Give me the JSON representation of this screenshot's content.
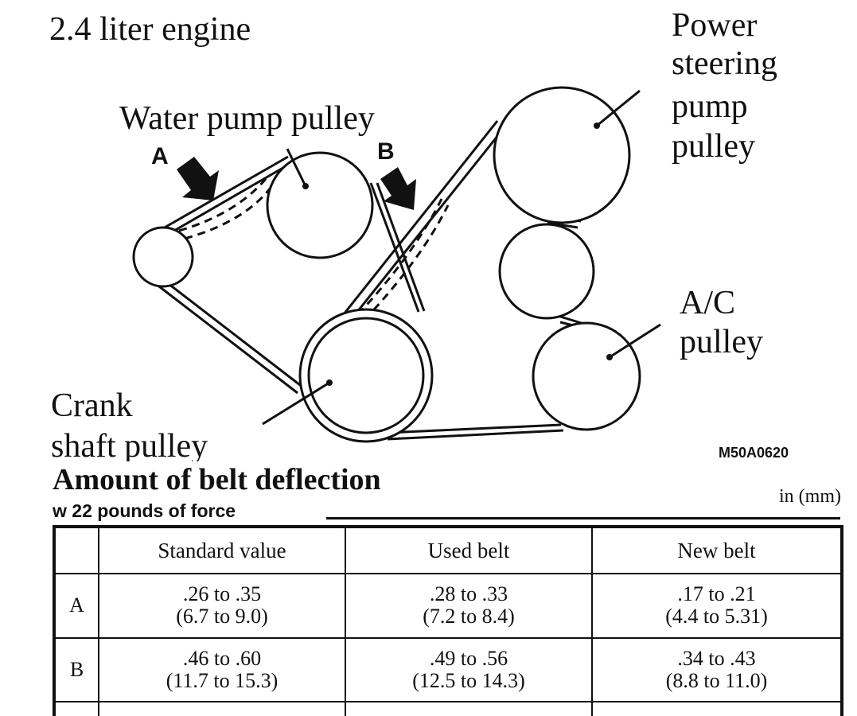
{
  "diagram": {
    "title": "2.4 liter engine",
    "labels": {
      "power_steering": [
        "Power",
        "steering",
        "pump",
        "pulley"
      ],
      "water_pump": "Water pump pulley",
      "ac": [
        "A/C",
        "pulley"
      ],
      "crank": [
        "Crank",
        "shaft pulley"
      ],
      "arrow_a": "A",
      "arrow_b": "B",
      "figure_code": "M50A0620"
    }
  },
  "spec": {
    "heading": "Amount of belt deflection",
    "subheading": "w 22 pounds of force",
    "unit": "in (mm)",
    "columns": [
      "",
      "Standard value",
      "Used belt",
      "New belt"
    ],
    "rows": [
      {
        "label": "A",
        "standard": [
          ".26 to .35",
          "(6.7 to 9.0)"
        ],
        "used": [
          ".28 to .33",
          "(7.2 to 8.4)"
        ],
        "new": [
          ".17 to .21",
          "(4.4 to 5.31)"
        ]
      },
      {
        "label": "B",
        "standard": [
          ".46 to .60",
          "(11.7 to 15.3)"
        ],
        "used": [
          ".49 to .56",
          "(12.5 to 14.3)"
        ],
        "new": [
          ".34 to .43",
          "(8.8 to 11.0)"
        ]
      }
    ]
  }
}
